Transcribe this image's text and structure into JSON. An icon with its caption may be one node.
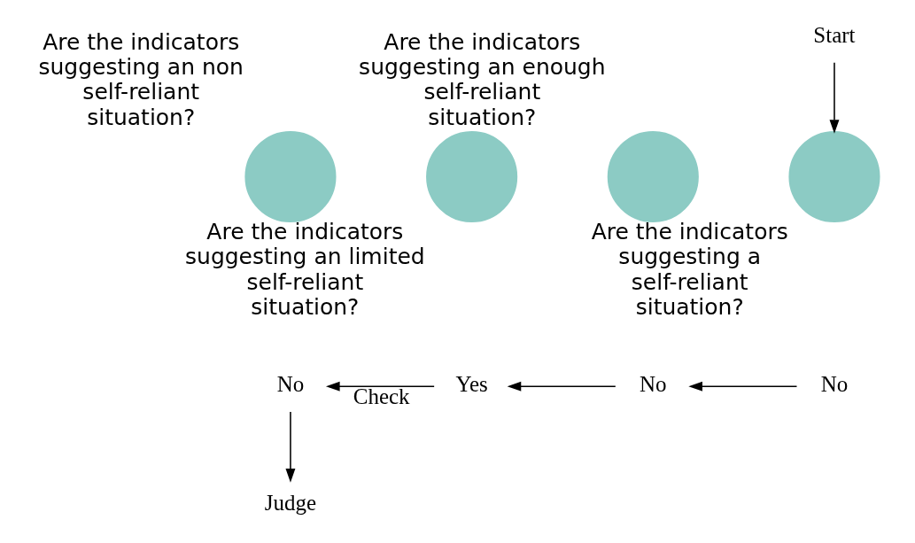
{
  "diagram": {
    "nodes": [
      {
        "text": [
          "Start"
        ]
      },
      {
        "text": [],
        "shape": "circle",
        "beside": [
          "Are the indicators suggesting an non self-reliant situation?"
        ]
      },
      {
        "text": [],
        "shape": "circle",
        "beside": [
          "Are the indicators suggesting an limited self-reliant situation?"
        ]
      },
      {
        "text": [],
        "shape": "circle",
        "beside": [
          "Are the indicators suggesting an enough self-reliant situation?"
        ]
      },
      {
        "text": [],
        "shape": "circle",
        "beside": [
          "Are the indicators suggesting a self-reliant situation?"
        ]
      },
      {
        "text": [
          "No"
        ]
      },
      {
        "text": [
          "Yes"
        ]
      },
      {
        "text": [
          "No"
        ]
      },
      {
        "text": [
          "No"
        ]
      },
      {
        "text": [
          "Judge"
        ]
      }
    ],
    "edges": [
      {
        "from": 0,
        "to": 4,
        "arrow": "to"
      },
      {
        "from": 8,
        "to": 7,
        "arrow": "to"
      },
      {
        "from": 7,
        "to": 6,
        "arrow": "to"
      },
      {
        "from": 6,
        "to": 5,
        "arrow": "to",
        "label": "Check"
      },
      {
        "from": 5,
        "to": 9,
        "arrow": "to"
      }
    ]
  }
}
